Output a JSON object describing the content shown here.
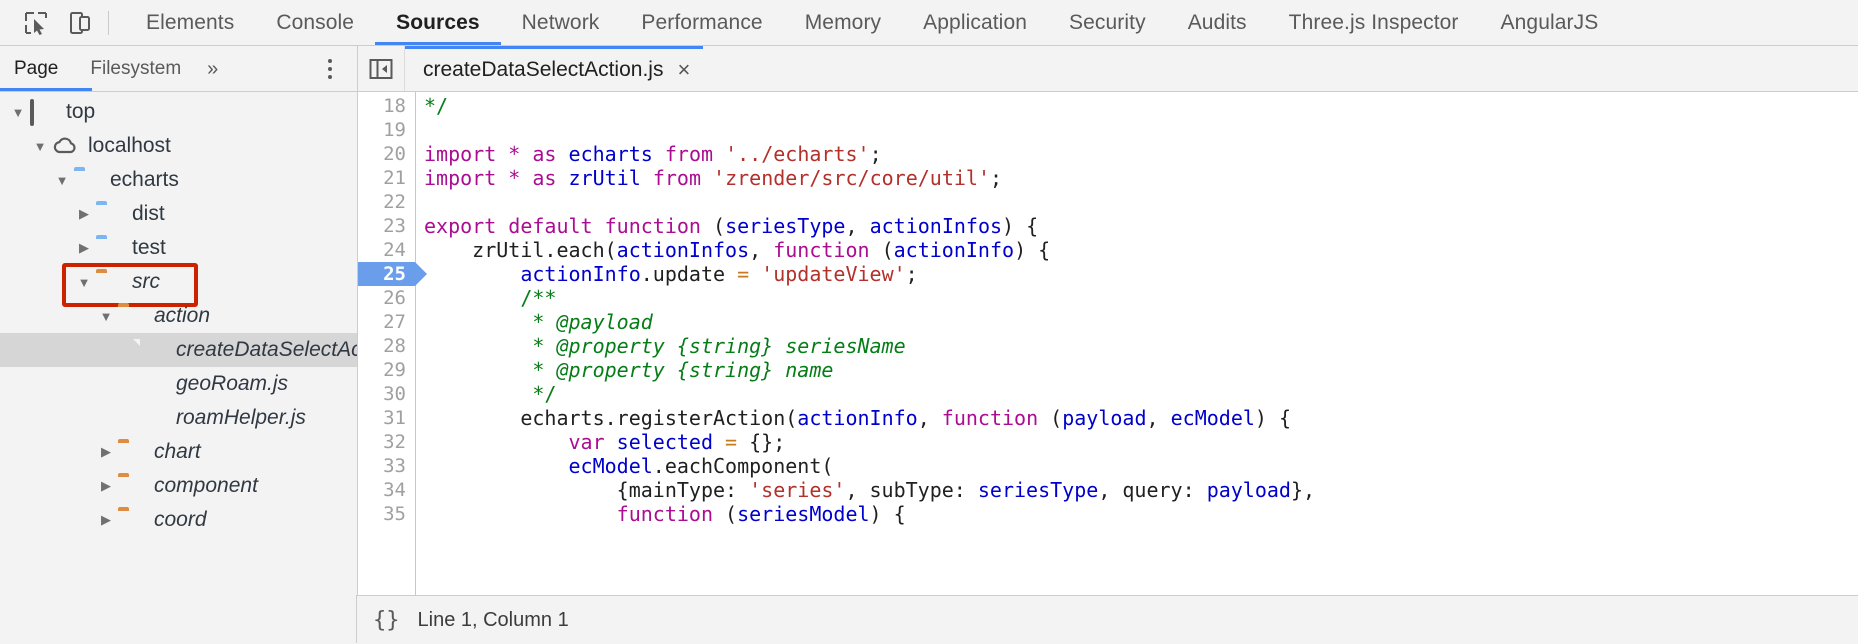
{
  "toolbar": {
    "inspect_icon": "inspect-element-icon",
    "device_icon": "device-toolbar-icon",
    "tabs": [
      {
        "label": "Elements",
        "active": false
      },
      {
        "label": "Console",
        "active": false
      },
      {
        "label": "Sources",
        "active": true
      },
      {
        "label": "Network",
        "active": false
      },
      {
        "label": "Performance",
        "active": false
      },
      {
        "label": "Memory",
        "active": false
      },
      {
        "label": "Application",
        "active": false
      },
      {
        "label": "Security",
        "active": false
      },
      {
        "label": "Audits",
        "active": false
      },
      {
        "label": "Three.js Inspector",
        "active": false
      },
      {
        "label": "AngularJS",
        "active": false
      }
    ]
  },
  "navigator": {
    "tabs": [
      {
        "label": "Page",
        "active": true
      },
      {
        "label": "Filesystem",
        "active": false
      }
    ],
    "more_label": "»",
    "menu_icon": "kebab-menu-icon",
    "tree": [
      {
        "label": "top",
        "indent": 0,
        "twisty": "open",
        "icon": "frame",
        "italic": false,
        "selected": false,
        "highlight": false
      },
      {
        "label": "localhost",
        "indent": 1,
        "twisty": "open",
        "icon": "cloud",
        "italic": false,
        "selected": false,
        "highlight": false
      },
      {
        "label": "echarts",
        "indent": 2,
        "twisty": "open",
        "icon": "folder-blue",
        "italic": false,
        "selected": false,
        "highlight": false
      },
      {
        "label": "dist",
        "indent": 3,
        "twisty": "closed",
        "icon": "folder-blue",
        "italic": false,
        "selected": false,
        "highlight": false
      },
      {
        "label": "test",
        "indent": 3,
        "twisty": "closed",
        "icon": "folder-blue",
        "italic": false,
        "selected": false,
        "highlight": false
      },
      {
        "label": "src",
        "indent": 3,
        "twisty": "open",
        "icon": "folder-orange",
        "italic": true,
        "selected": false,
        "highlight": true
      },
      {
        "label": "action",
        "indent": 4,
        "twisty": "open",
        "icon": "folder-orange",
        "italic": true,
        "selected": false,
        "highlight": false
      },
      {
        "label": "createDataSelectAction.js",
        "indent": 5,
        "twisty": "none",
        "icon": "file-js",
        "italic": true,
        "selected": true,
        "highlight": false
      },
      {
        "label": "geoRoam.js",
        "indent": 5,
        "twisty": "none",
        "icon": "file-js",
        "italic": true,
        "selected": false,
        "highlight": false
      },
      {
        "label": "roamHelper.js",
        "indent": 5,
        "twisty": "none",
        "icon": "file-js",
        "italic": true,
        "selected": false,
        "highlight": false
      },
      {
        "label": "chart",
        "indent": 4,
        "twisty": "closed",
        "icon": "folder-orange",
        "italic": true,
        "selected": false,
        "highlight": false
      },
      {
        "label": "component",
        "indent": 4,
        "twisty": "closed",
        "icon": "folder-orange",
        "italic": true,
        "selected": false,
        "highlight": false
      },
      {
        "label": "coord",
        "indent": 4,
        "twisty": "closed",
        "icon": "folder-orange",
        "italic": true,
        "selected": false,
        "highlight": false
      }
    ]
  },
  "editor": {
    "sidebar_toggle_icon": "show-navigator-icon",
    "tab": {
      "filename": "createDataSelectAction.js",
      "close_label": "×"
    },
    "first_visible_line": 18,
    "execution_line": 25,
    "lines": [
      {
        "num": 18,
        "tokens": [
          {
            "t": "*/",
            "c": "com"
          }
        ]
      },
      {
        "num": 19,
        "tokens": []
      },
      {
        "num": 20,
        "tokens": [
          {
            "t": "import",
            "c": "kw"
          },
          {
            "t": " ",
            "c": "pl"
          },
          {
            "t": "*",
            "c": "kw"
          },
          {
            "t": " ",
            "c": "pl"
          },
          {
            "t": "as",
            "c": "kw"
          },
          {
            "t": " ",
            "c": "pl"
          },
          {
            "t": "echarts",
            "c": "id"
          },
          {
            "t": " ",
            "c": "pl"
          },
          {
            "t": "from",
            "c": "kw"
          },
          {
            "t": " ",
            "c": "pl"
          },
          {
            "t": "'../echarts'",
            "c": "str"
          },
          {
            "t": ";",
            "c": "pl"
          }
        ]
      },
      {
        "num": 21,
        "tokens": [
          {
            "t": "import",
            "c": "kw"
          },
          {
            "t": " ",
            "c": "pl"
          },
          {
            "t": "*",
            "c": "kw"
          },
          {
            "t": " ",
            "c": "pl"
          },
          {
            "t": "as",
            "c": "kw"
          },
          {
            "t": " ",
            "c": "pl"
          },
          {
            "t": "zrUtil",
            "c": "id"
          },
          {
            "t": " ",
            "c": "pl"
          },
          {
            "t": "from",
            "c": "kw"
          },
          {
            "t": " ",
            "c": "pl"
          },
          {
            "t": "'zrender/src/core/util'",
            "c": "str"
          },
          {
            "t": ";",
            "c": "pl"
          }
        ]
      },
      {
        "num": 22,
        "tokens": []
      },
      {
        "num": 23,
        "tokens": [
          {
            "t": "export",
            "c": "kw"
          },
          {
            "t": " ",
            "c": "pl"
          },
          {
            "t": "default",
            "c": "kw"
          },
          {
            "t": " ",
            "c": "pl"
          },
          {
            "t": "function",
            "c": "kw"
          },
          {
            "t": " (",
            "c": "pl"
          },
          {
            "t": "seriesType",
            "c": "id"
          },
          {
            "t": ", ",
            "c": "pl"
          },
          {
            "t": "actionInfos",
            "c": "id"
          },
          {
            "t": ") {",
            "c": "pl"
          }
        ]
      },
      {
        "num": 24,
        "tokens": [
          {
            "t": "    zrUtil",
            "c": "pl"
          },
          {
            "t": ".each(",
            "c": "pl"
          },
          {
            "t": "actionInfos",
            "c": "id"
          },
          {
            "t": ", ",
            "c": "pl"
          },
          {
            "t": "function",
            "c": "kw"
          },
          {
            "t": " (",
            "c": "pl"
          },
          {
            "t": "actionInfo",
            "c": "id"
          },
          {
            "t": ") {",
            "c": "pl"
          }
        ]
      },
      {
        "num": 25,
        "tokens": [
          {
            "t": "        ",
            "c": "pl"
          },
          {
            "t": "actionInfo",
            "c": "id"
          },
          {
            "t": ".update ",
            "c": "pl"
          },
          {
            "t": "=",
            "c": "op"
          },
          {
            "t": " ",
            "c": "pl"
          },
          {
            "t": "'updateView'",
            "c": "str"
          },
          {
            "t": ";",
            "c": "pl"
          }
        ]
      },
      {
        "num": 26,
        "tokens": [
          {
            "t": "        /**",
            "c": "com"
          }
        ]
      },
      {
        "num": 27,
        "tokens": [
          {
            "t": "         * ",
            "c": "com"
          },
          {
            "t": "@payload",
            "c": "comi"
          }
        ]
      },
      {
        "num": 28,
        "tokens": [
          {
            "t": "         * ",
            "c": "com"
          },
          {
            "t": "@property {string} seriesName",
            "c": "comi"
          }
        ]
      },
      {
        "num": 29,
        "tokens": [
          {
            "t": "         * ",
            "c": "com"
          },
          {
            "t": "@property {string} name",
            "c": "comi"
          }
        ]
      },
      {
        "num": 30,
        "tokens": [
          {
            "t": "         */",
            "c": "com"
          }
        ]
      },
      {
        "num": 31,
        "tokens": [
          {
            "t": "        echarts.registerAction(",
            "c": "pl"
          },
          {
            "t": "actionInfo",
            "c": "id"
          },
          {
            "t": ", ",
            "c": "pl"
          },
          {
            "t": "function",
            "c": "kw"
          },
          {
            "t": " (",
            "c": "pl"
          },
          {
            "t": "payload",
            "c": "id"
          },
          {
            "t": ", ",
            "c": "pl"
          },
          {
            "t": "ecModel",
            "c": "id"
          },
          {
            "t": ") {",
            "c": "pl"
          }
        ]
      },
      {
        "num": 32,
        "tokens": [
          {
            "t": "            ",
            "c": "pl"
          },
          {
            "t": "var",
            "c": "kw"
          },
          {
            "t": " ",
            "c": "pl"
          },
          {
            "t": "selected",
            "c": "id"
          },
          {
            "t": " ",
            "c": "pl"
          },
          {
            "t": "=",
            "c": "op"
          },
          {
            "t": " {};",
            "c": "pl"
          }
        ]
      },
      {
        "num": 33,
        "tokens": [
          {
            "t": "            ",
            "c": "pl"
          },
          {
            "t": "ecModel",
            "c": "id"
          },
          {
            "t": ".eachComponent(",
            "c": "pl"
          }
        ]
      },
      {
        "num": 34,
        "tokens": [
          {
            "t": "                {mainType: ",
            "c": "pl"
          },
          {
            "t": "'series'",
            "c": "str"
          },
          {
            "t": ", subType: ",
            "c": "pl"
          },
          {
            "t": "seriesType",
            "c": "id"
          },
          {
            "t": ", query: ",
            "c": "pl"
          },
          {
            "t": "payload",
            "c": "id"
          },
          {
            "t": "},",
            "c": "pl"
          }
        ]
      },
      {
        "num": 35,
        "tokens": [
          {
            "t": "                ",
            "c": "pl"
          },
          {
            "t": "function",
            "c": "kw"
          },
          {
            "t": " (",
            "c": "pl"
          },
          {
            "t": "seriesModel",
            "c": "id"
          },
          {
            "t": ") {",
            "c": "pl"
          }
        ]
      }
    ]
  },
  "status_bar": {
    "pretty_print_icon": "{}",
    "position_text": "Line 1, Column 1"
  },
  "colors": {
    "accent": "#4285f4",
    "highlight_box": "#cc2200",
    "exec_line": "#6b9eea",
    "folder_blue": "#7cb5f0",
    "folder_orange": "#df8c43",
    "file_yellow": "#ded26a"
  }
}
